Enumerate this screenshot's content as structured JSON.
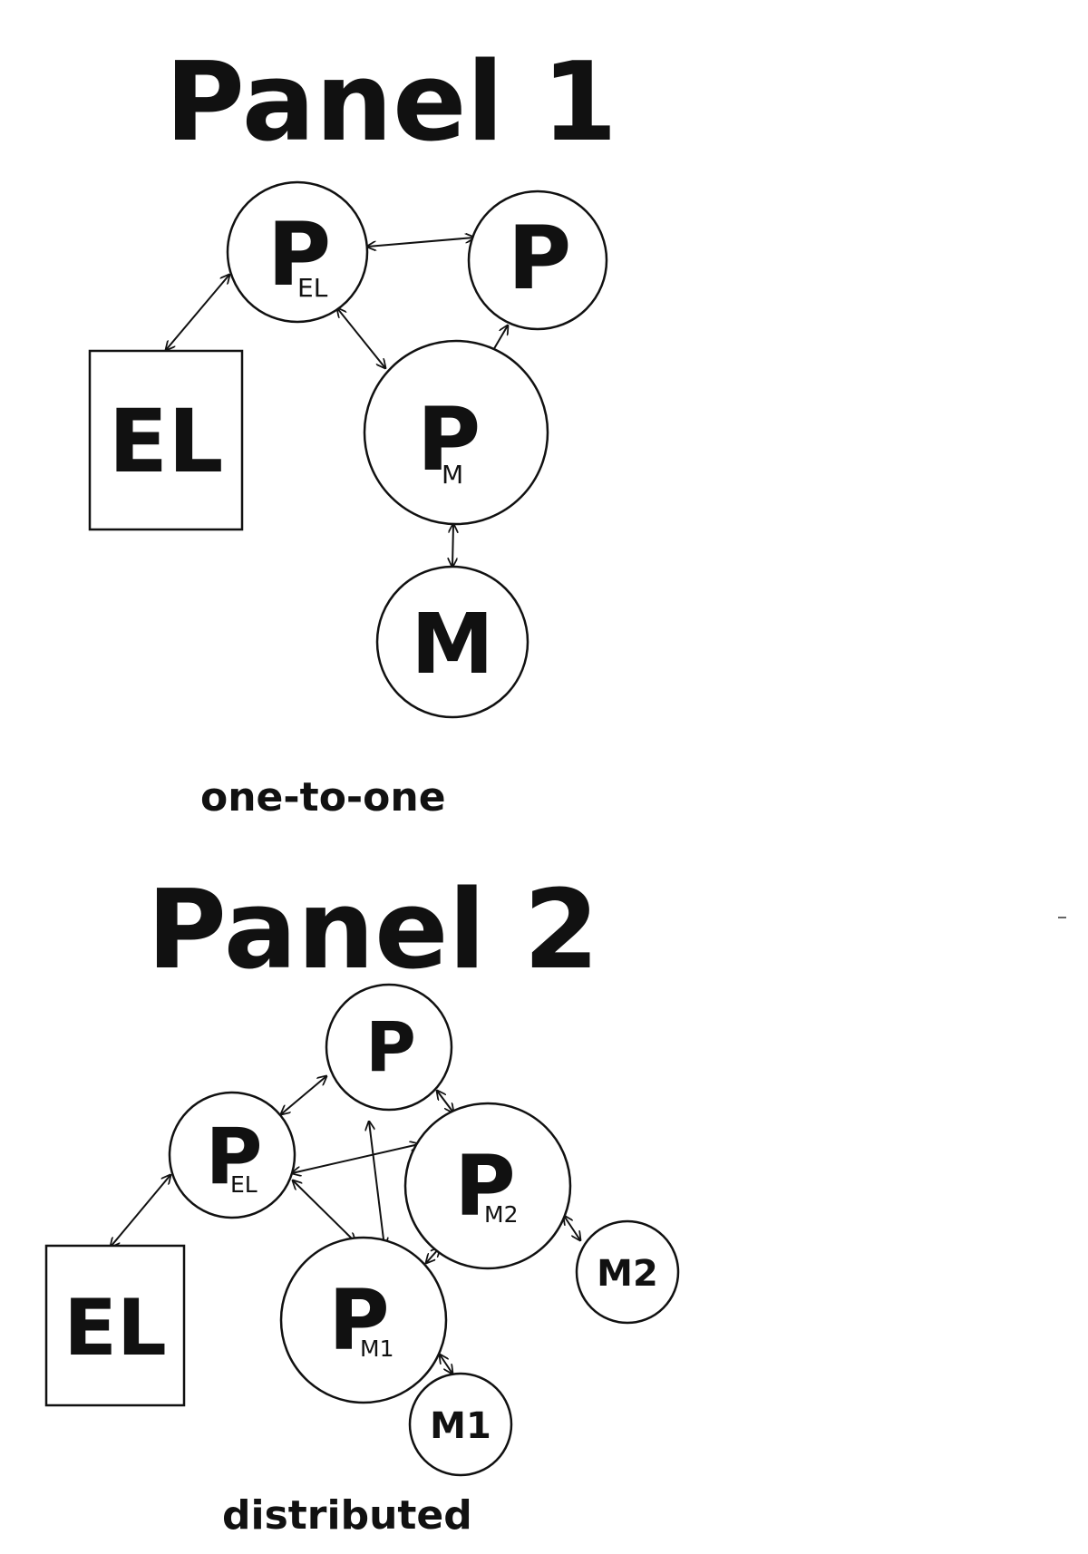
{
  "panels": [
    {
      "title": "Panel 1",
      "caption": "one-to-one",
      "nodes": [
        {
          "main": "P",
          "sub": "EL"
        },
        {
          "main": "P",
          "sub": ""
        },
        {
          "main": "P",
          "sub": "M"
        },
        {
          "main": "M",
          "sub": ""
        },
        {
          "main": "EL",
          "sub": ""
        }
      ]
    },
    {
      "title": "Panel 2",
      "caption": "distributed",
      "nodes": [
        {
          "main": "P",
          "sub": ""
        },
        {
          "main": "P",
          "sub": "EL"
        },
        {
          "main": "P",
          "sub": "M2"
        },
        {
          "main": "P",
          "sub": "M1"
        },
        {
          "main": "M2",
          "sub": ""
        },
        {
          "main": "M1",
          "sub": ""
        },
        {
          "main": "EL",
          "sub": ""
        }
      ]
    }
  ]
}
